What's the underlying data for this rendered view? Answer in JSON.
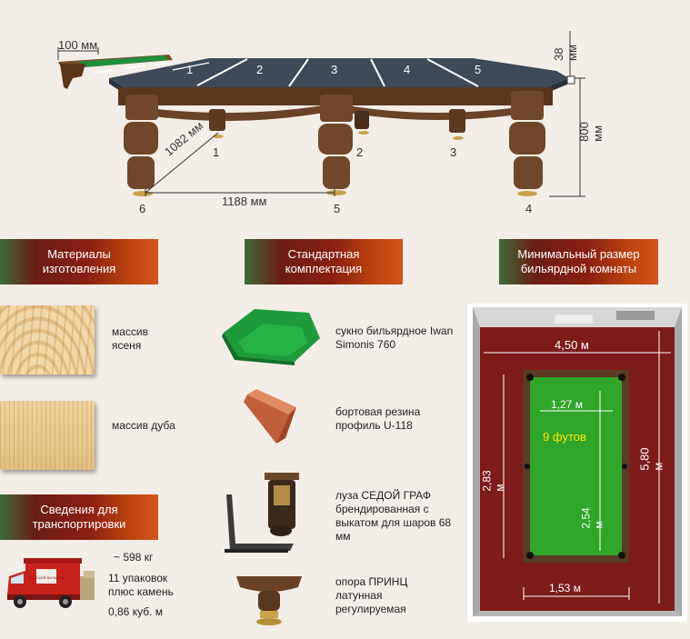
{
  "table_diagram": {
    "pocket_labels": [
      "1",
      "2",
      "3",
      "4",
      "5",
      "6"
    ],
    "segment_labels": [
      "1",
      "2",
      "3",
      "4",
      "5"
    ],
    "rail_width": "100 мм",
    "cushion_height": "38 мм",
    "table_height": "800 мм",
    "diagonal": "1082 мм",
    "leg_spacing": "1188 мм"
  },
  "headers": {
    "materials": "Материалы изготовления",
    "standard_kit": "Стандартная комплектация",
    "room_size": "Минимальный размер бильярдной комнаты",
    "transport": "Сведения для транспортировки"
  },
  "materials": [
    {
      "label": "массив ясеня"
    },
    {
      "label": "массив дуба"
    }
  ],
  "kit": [
    {
      "label": "сукно бильярдное Iwan Simonis 760"
    },
    {
      "label": "бортовая резина профиль U-118"
    },
    {
      "label": "луза СЕДОЙ ГРАФ брендированная с выкатом для шаров 68 мм"
    },
    {
      "label": "опора ПРИНЦ латунная регулируемая"
    }
  ],
  "transport": {
    "weight": "~ 598 кг",
    "packages": "11 упаковок плюс камень",
    "volume": "0,86 куб. м",
    "truck_text": "РУССКИЙ БИЛЬЯРД"
  },
  "room": {
    "width": "4,50 м",
    "length": "5,80 м",
    "table_long_side": "2,83 м",
    "table_short_side": "1,53 м",
    "field_width": "1,27 м",
    "field_length": "2,54 м",
    "table_size": "9 футов"
  },
  "colors": {
    "cloth": "#2fa52a",
    "header_start": "#6a1e16",
    "header_end": "#d4541a",
    "carpet": "#7d1c1a",
    "table_wood": "#6b4228"
  }
}
